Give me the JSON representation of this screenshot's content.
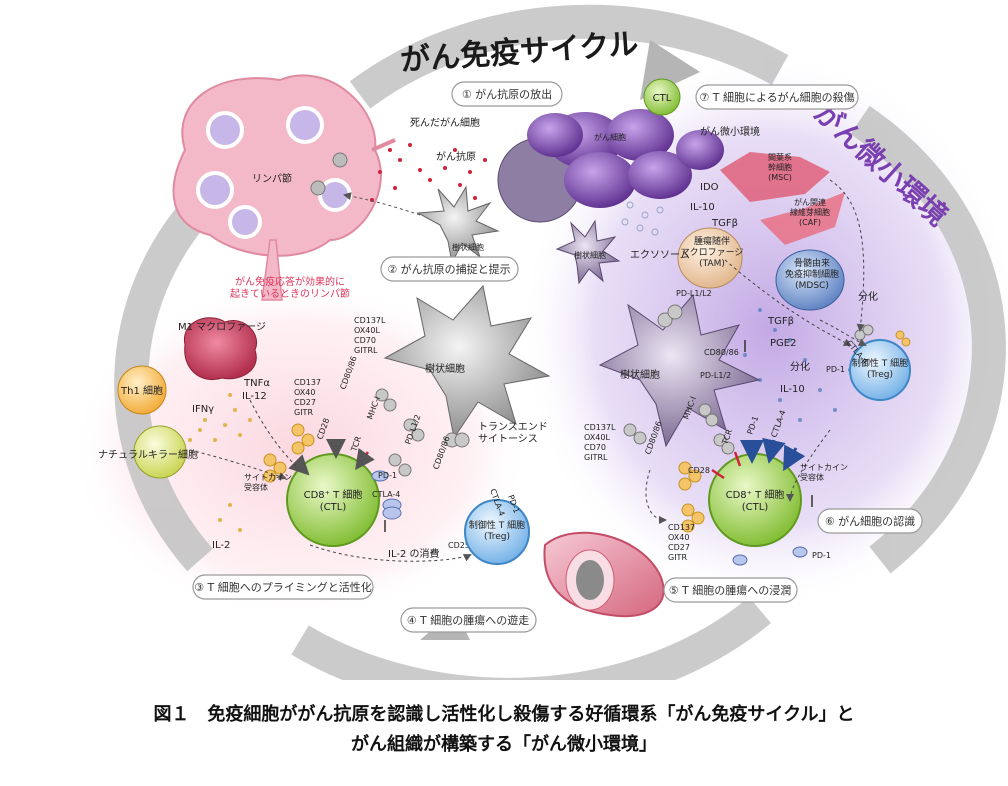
{
  "title": "がん免疫サイクル",
  "title_right": "がん微小環境",
  "steps": [
    "① がん抗原の放出",
    "② がん抗原の捕捉と提示",
    "③ T 細胞へのプライミングと活性化",
    "④ T 細胞の腫瘍への遊走",
    "⑤ T 細胞の腫瘍への浸潤",
    "⑥ がん細胞の認識",
    "⑦ T 細胞によるがん細胞の殺傷"
  ],
  "labels": {
    "lymph_node": "リンパ節",
    "dead_cancer": "死んだがん細胞",
    "cancer_antigen": "がん抗原",
    "dendritic": "樹状細胞",
    "dendritic2": "樹状細胞",
    "dendritic3": "樹状細胞",
    "dendritic4": "樹状細胞",
    "cancer_cell": "がん細胞",
    "ctl_badge": "CTL",
    "tme_small": "がん微小環境",
    "msc": "間葉系\n幹細胞\n(MSC)",
    "caf": "がん関連\n線維芽細胞\n(CAF)",
    "tam": "腫瘍随伴\nマクロファージ\n(TAM)",
    "mdsc": "骨髄由来\n免疫抑制細胞\n(MDSC)",
    "ido": "IDO",
    "il10_top": "IL-10",
    "tgfb_top": "TGFβ",
    "exosome": "エクソソーム",
    "lymph_note": "がん免疫応答が効果的に\n起きているときのリンパ節",
    "m1": "M1 マクロファージ",
    "th1": "Th1 細胞",
    "nk": "ナチュラルキラー細胞",
    "tnf": "TNFα",
    "il12": "IL-12",
    "ifng": "IFNγ",
    "il2": "IL-2",
    "il2_consume": "IL-2 の消費",
    "cd25": "CD25",
    "trans": "トランスエンド\nサイトーシス",
    "cd8_left": "CD8⁺ T 細胞\n(CTL)",
    "cd8_right": "CD8⁺ T 細胞\n(CTL)",
    "treg_left": "制御性 T 細胞\n(Treg)",
    "treg_right": "制御性 T 細胞\n(Treg)",
    "cyto_receptor": "サイトカイン\n受容体",
    "cyto_receptor2": "サイトカイン\n受容体",
    "lig_left": "CD137L\nOX40L\nCD70\nGITRL",
    "rec_left": "CD137\nOX40\nCD27\nGITR",
    "lig_right": "CD137L\nOX40L\nCD70\nGITRL",
    "rec_right": "CD137\nOX40\nCD27\nGITR",
    "cd28": "CD28",
    "cd28_r": "CD28",
    "cd80": "CD80/86",
    "cd80_b": "CD80/86",
    "cd80_r": "CD80/86",
    "cd80_r2": "CD80/86",
    "mhc": "MHC-I",
    "mhc_r": "MHC-I",
    "tcr": "TCR",
    "tcr_r": "TCR",
    "pdl12": "PD-L1/2",
    "pdl12_r": "PD-L1/2",
    "pdl12_top": "PD-L1/L2",
    "pd1": "PD-1",
    "pd1_r": "PD-1",
    "pd1_t": "PD-1",
    "pd1_treg": "PD-1",
    "pd1_bottom": "PD-1",
    "ctla4": "CTLA-4",
    "ctla4_r": "CTLA-4",
    "ctla4_t": "CTLA-4",
    "ctla4_treg": "CTLA-4",
    "tgfb_mid": "TGFβ",
    "pge2": "PGE2",
    "il10_mid": "IL-10",
    "diff1": "分化",
    "diff2": "分化"
  },
  "caption": [
    "図１　免疫細胞ががん抗原を認識し活性化し殺傷する好循環系「がん免疫サイクル」と",
    "がん組織が構築する「がん微小環境」"
  ],
  "colors": {
    "cycle_arrow": "#b8b8b8",
    "purple": "#7a3fb0",
    "pink": "#f1b6c8",
    "ctl_green": "#8cc63f",
    "treg_blue": "#7cb8e8",
    "th1_orange": "#f5b544",
    "nk_yellow": "#d9e26a"
  }
}
